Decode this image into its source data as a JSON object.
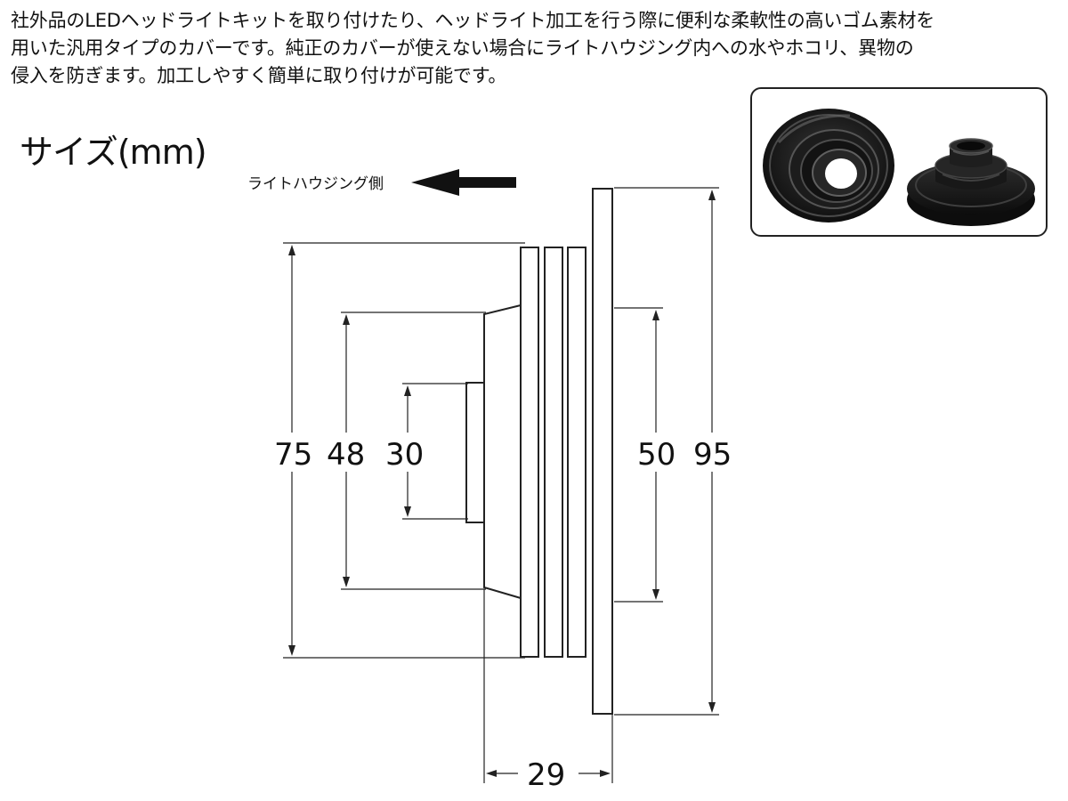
{
  "description": {
    "lines": [
      "社外品のLEDヘッドライトキットを取り付けたり、ヘッドライト加工を行う際に便利な柔軟性の高いゴム素材を",
      "用いた汎用タイプのカバーです。純正のカバーが使えない場合にライトハウジング内への水やホコリ、異物の",
      "侵入を防ぎます。加工しやすく簡単に取り付けが可能です。"
    ]
  },
  "size_title": "サイズ(mm)",
  "housing_side_label": "ライトハウジング側",
  "dimensions": {
    "d75": "75",
    "d48": "48",
    "d30": "30",
    "d50": "50",
    "d95": "95",
    "depth": "29"
  },
  "colors": {
    "line": "#222222",
    "rubber": "#1a1a1a",
    "rubber_highlight": "#5a5a5a",
    "frame": "#222222"
  }
}
